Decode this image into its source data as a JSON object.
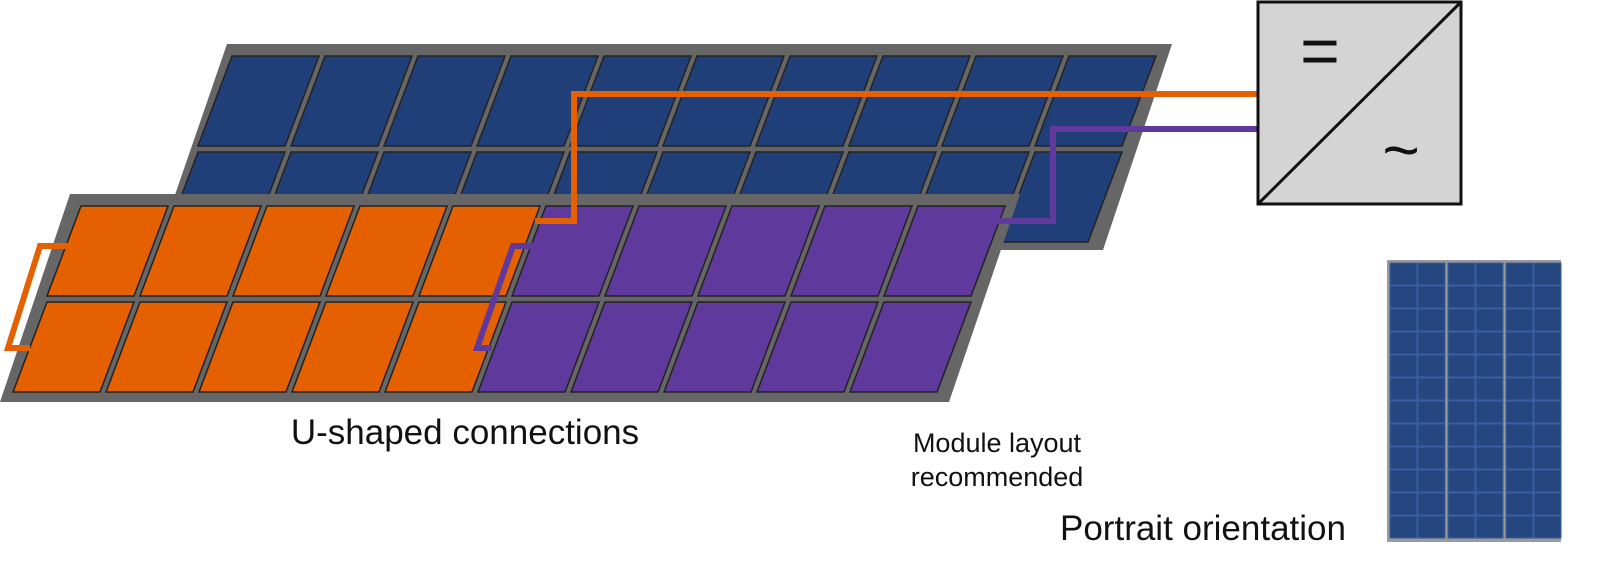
{
  "labels": {
    "main_caption": "U-shaped connections",
    "layout_line1": "Module layout",
    "layout_line2": "recommended",
    "orientation": "Portrait orientation"
  },
  "inverter": {
    "dc_symbol": "=",
    "ac_symbol": "~"
  },
  "colors": {
    "frame": "#666666",
    "back_panel": "#203f78",
    "string_orange": "#e56000",
    "string_purple": "#5f3a9c",
    "cell_border": "#222222",
    "inverter_fill": "#d4d4d4",
    "module_cell": "#25467f",
    "module_line": "#3b5fa0"
  }
}
